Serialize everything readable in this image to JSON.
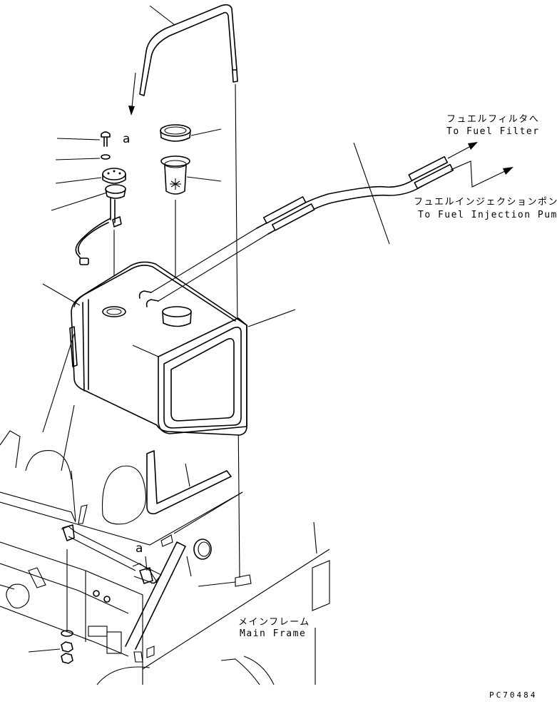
{
  "labels": {
    "fuel_filter_jp": "フュエルフィルタへ",
    "fuel_filter_en": "To Fuel Filter",
    "injection_pump_jp": "フュエルインジェクションポンプへ",
    "injection_pump_en": "To Fuel Injection Pump",
    "main_frame_jp": "メインフレーム",
    "main_frame_en": "Main Frame",
    "ref_a_top": "a",
    "ref_a_bottom": "a",
    "drawing_code": "PC70484"
  }
}
